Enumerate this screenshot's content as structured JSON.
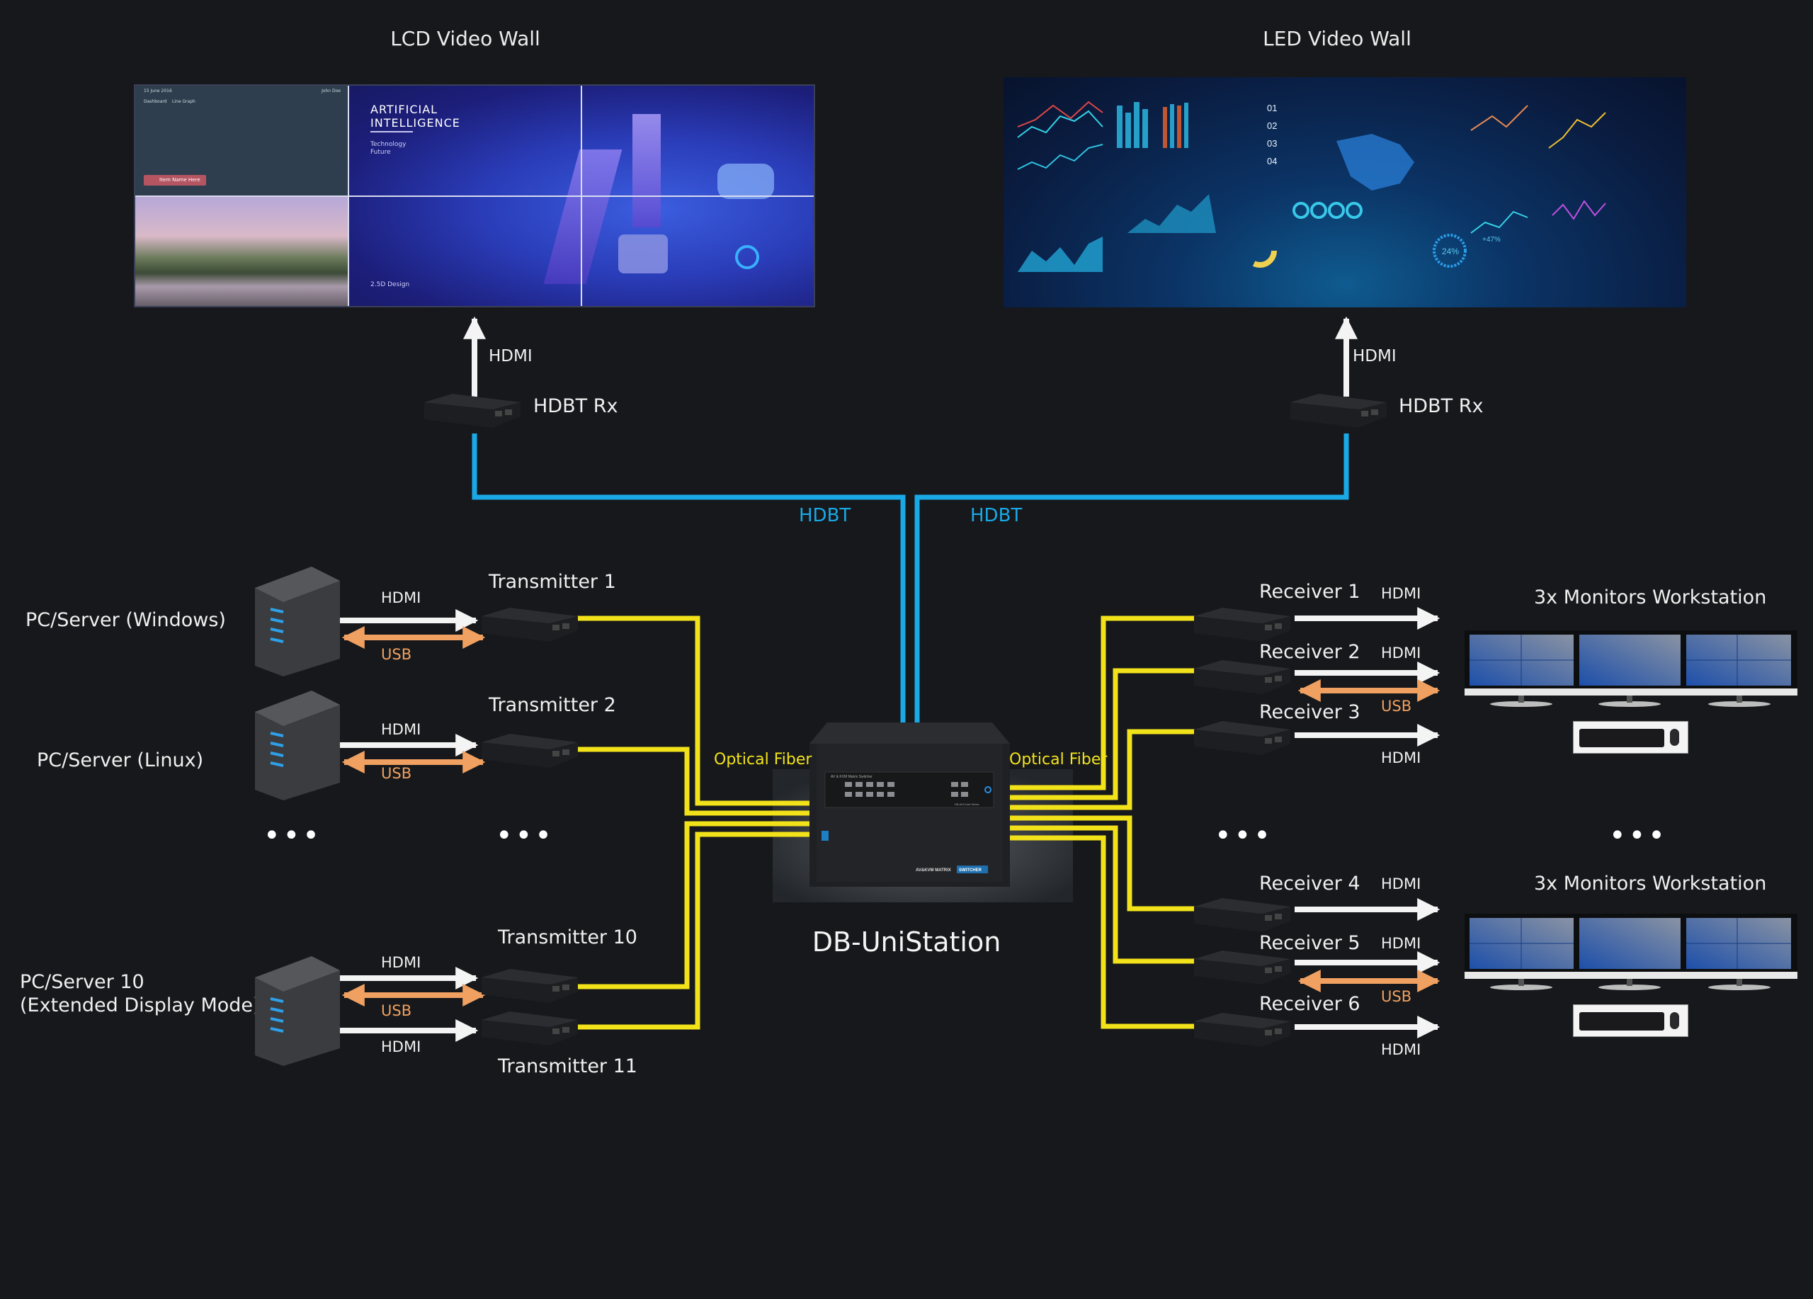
{
  "displays": {
    "lcd_wall": {
      "title": "LCD Video Wall",
      "dashboard": {
        "date": "15 June 2016",
        "user": "John Doe",
        "breadcrumb": [
          "Dashboard",
          "Line Graph"
        ],
        "item_button": "Item Name Here"
      },
      "ai_slide": {
        "heading_line1": "ARTIFICIAL",
        "heading_line2": "INTELLIGENCE",
        "sub_line1": "Technology",
        "sub_line2": "Future",
        "footer": "2.5D Design"
      }
    },
    "led_wall": {
      "title": "LED Video Wall",
      "list_numbers": [
        "01",
        "02",
        "03",
        "04"
      ],
      "gauge_text": "24%",
      "growth_text": "+47%"
    }
  },
  "hdbt_receivers": [
    {
      "label": "HDBT Rx",
      "output_label": "HDMI",
      "link_label": "HDBT"
    },
    {
      "label": "HDBT Rx",
      "output_label": "HDMI",
      "link_label": "HDBT"
    }
  ],
  "sources": [
    {
      "name": "PC/Server (Windows)",
      "transmitter": "Transmitter 1",
      "video_label": "HDMI",
      "usb_label": "USB"
    },
    {
      "name": "PC/Server (Linux)",
      "transmitter": "Transmitter 2",
      "video_label": "HDMI",
      "usb_label": "USB"
    },
    {
      "name_line1": "PC/Server 10",
      "name_line2": "(Extended Display Mode)",
      "transmitter": "Transmitter 10",
      "transmitter_b": "Transmitter 11",
      "video_label": "HDMI",
      "video_label_b": "HDMI",
      "usb_label": "USB"
    }
  ],
  "ellipsis": "•••",
  "switch": {
    "name": "DB-UniStation",
    "fiber_label_left": "Optical Fiber",
    "fiber_label_right": "Optical Fiber",
    "panel_title": "AV & KVM Matrix Switcher",
    "panel_series": "DB-AVCLink Series",
    "badge_left": "AV&KVM MATRIX",
    "badge_right": "SWITCHER"
  },
  "receivers": [
    {
      "label": "Receiver 1",
      "out": "HDMI"
    },
    {
      "label": "Receiver 2",
      "out": "HDMI",
      "usb": "USB"
    },
    {
      "label": "Receiver 3",
      "out": "HDMI"
    },
    {
      "label": "Receiver 4",
      "out": "HDMI"
    },
    {
      "label": "Receiver 5",
      "out": "HDMI",
      "usb": "USB"
    },
    {
      "label": "Receiver 6",
      "out": "HDMI"
    }
  ],
  "workstations": [
    {
      "title": "3x Monitors Workstation"
    },
    {
      "title": "3x Monitors Workstation"
    }
  ],
  "colors": {
    "background": "#16181b",
    "hdbt": "#19a9e6",
    "fiber": "#f2e21a",
    "usb": "#f0a060",
    "hdmi": "#f4f4f4"
  }
}
